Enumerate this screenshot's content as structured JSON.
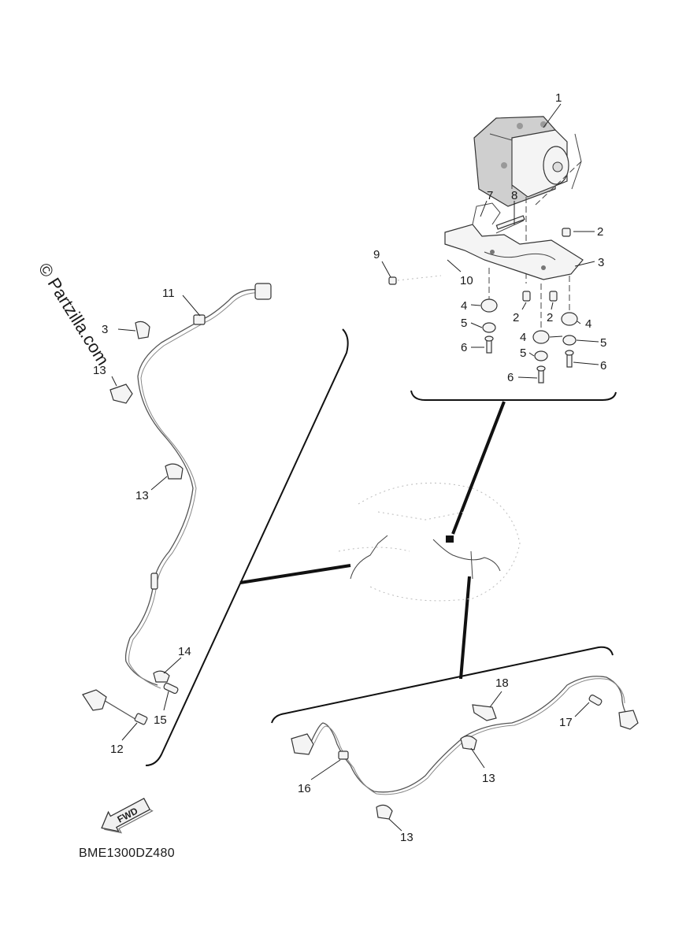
{
  "watermark": "© Partzilla.com",
  "diagram_code": "BME1300DZ480",
  "fwd_label": "FWD",
  "callouts": {
    "c1": "1",
    "c2a": "2",
    "c2b": "2",
    "c2c": "2",
    "c3a": "3",
    "c3b": "3",
    "c4a": "4",
    "c4b": "4",
    "c4c": "4",
    "c5a": "5",
    "c5b": "5",
    "c5c": "5",
    "c6a": "6",
    "c6b": "6",
    "c6c": "6",
    "c7": "7",
    "c8": "8",
    "c9": "9",
    "c10": "10",
    "c11": "11",
    "c12": "12",
    "c13a": "13",
    "c13b": "13",
    "c13c": "13",
    "c13d": "13",
    "c14": "14",
    "c15": "15",
    "c16": "16",
    "c17": "17",
    "c18": "18"
  }
}
